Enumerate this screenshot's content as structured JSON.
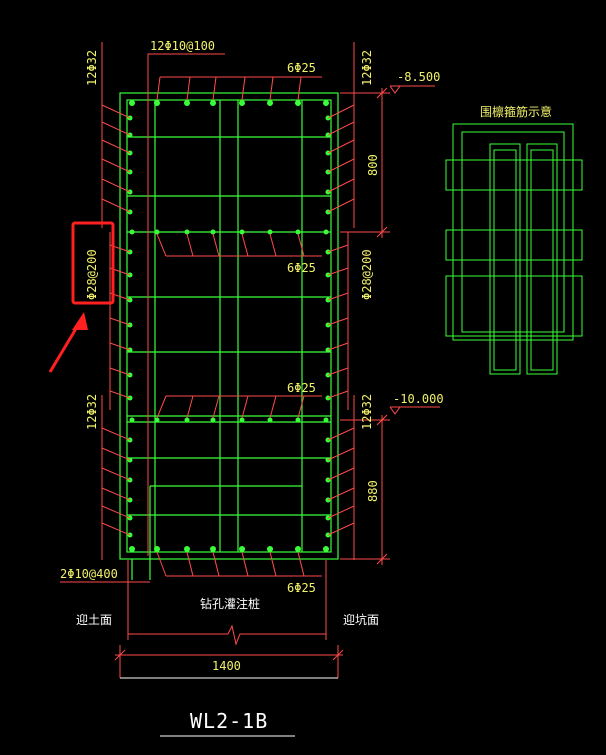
{
  "drawing": {
    "title": "WL2-1B",
    "labels": {
      "top_left_bars": "12Φ32",
      "top_stirrup": "12Φ10@100",
      "top_right_bars": "12Φ32",
      "top_bars_count": "6Φ25",
      "elev_top": "-8.500",
      "dim_top": "800",
      "left_vertical": "Φ28@200",
      "right_vertical": "Φ28@200",
      "mid_bars_1": "6Φ25",
      "mid_bars_2": "6Φ25",
      "bottom_left_bars": "12Φ32",
      "bottom_right_bars": "12Φ32",
      "elev_bottom": "-10.000",
      "dim_bottom": "880",
      "bottom_bars_count": "6Φ25",
      "bottom_stirrup": "2Φ10@400",
      "left_side": "迎土面",
      "center_label": "钻孔灌注桩",
      "right_side": "迎坑面",
      "width_dim": "1400",
      "stirrup_note": "围檩箍筋示意"
    }
  },
  "colors": {
    "background": "#000000",
    "concrete": "#39ff39",
    "rebar": "#ff4a4a",
    "dimension": "#ff4a4a",
    "text": "#f2f26a",
    "highlight": "#ff2020"
  }
}
